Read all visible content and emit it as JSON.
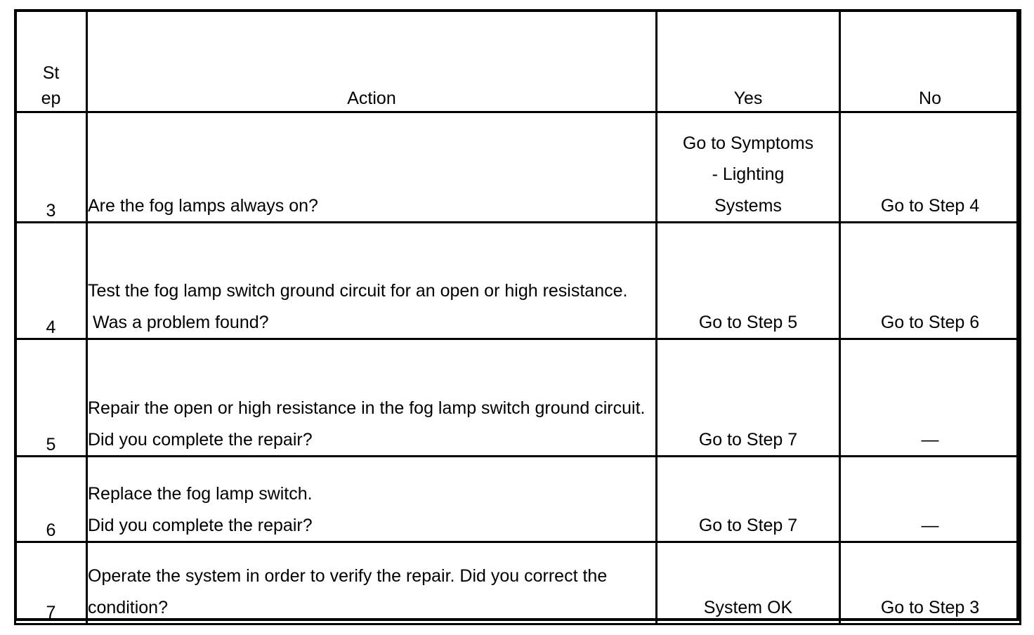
{
  "document": {
    "type": "diagnostic-procedure-table",
    "title": "Fog Lamp Diagnostic Steps"
  },
  "table": {
    "columns": [
      {
        "key": "step",
        "label": "Step",
        "label_lines": [
          "St",
          "ep"
        ]
      },
      {
        "key": "action",
        "label": "Action"
      },
      {
        "key": "yes",
        "label": "Yes"
      },
      {
        "key": "no",
        "label": "No"
      }
    ],
    "rows": [
      {
        "step": "3",
        "action": "Are the fog lamps always on?",
        "yes": "Go to Symptoms\n- Lighting\nSystems",
        "no": "Go to Step 4"
      },
      {
        "step": "4",
        "action": "Test the fog lamp switch ground circuit for an open or high resistance.\n Was a problem found?",
        "yes": "Go to Step 5",
        "no": "Go to Step 6"
      },
      {
        "step": "5",
        "action": "Repair the open or high resistance in the fog lamp switch ground circuit.\nDid you complete the repair?",
        "yes": "Go to Step 7",
        "no": "—"
      },
      {
        "step": "6",
        "action": "Replace the fog lamp switch.\nDid you complete the repair?",
        "yes": "Go to Step 7",
        "no": "—"
      },
      {
        "step": "7",
        "action": "Operate the system in order to verify the repair. Did you correct the condition?",
        "yes": "System OK",
        "no": "Go to Step 3"
      }
    ]
  },
  "colors": {
    "background": "#ffffff",
    "text": "#000000",
    "border": "#000000"
  }
}
